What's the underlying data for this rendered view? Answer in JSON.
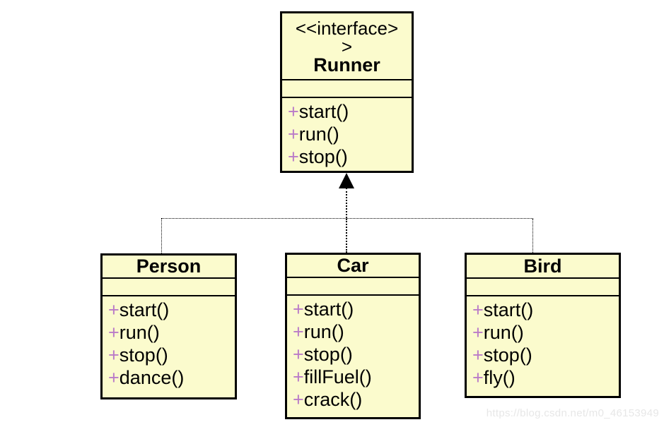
{
  "diagram": {
    "interface_box": {
      "stereotype_lines": [
        "<<interface>",
        ">"
      ],
      "name": "Runner",
      "attributes": [],
      "methods": [
        {
          "visibility": "+",
          "signature": "start()"
        },
        {
          "visibility": "+",
          "signature": "run()"
        },
        {
          "visibility": "+",
          "signature": "stop()"
        }
      ]
    },
    "classes": [
      {
        "name": "Person",
        "attributes": [],
        "methods": [
          {
            "visibility": "+",
            "signature": "start()"
          },
          {
            "visibility": "+",
            "signature": "run()"
          },
          {
            "visibility": "+",
            "signature": "stop()"
          },
          {
            "visibility": "+",
            "signature": "dance()"
          }
        ]
      },
      {
        "name": "Car",
        "attributes": [],
        "methods": [
          {
            "visibility": "+",
            "signature": "start()"
          },
          {
            "visibility": "+",
            "signature": "run()"
          },
          {
            "visibility": "+",
            "signature": "stop()"
          },
          {
            "visibility": "+",
            "signature": "fillFuel()"
          },
          {
            "visibility": "+",
            "signature": "crack()"
          }
        ]
      },
      {
        "name": "Bird",
        "attributes": [],
        "methods": [
          {
            "visibility": "+",
            "signature": "start()"
          },
          {
            "visibility": "+",
            "signature": "run()"
          },
          {
            "visibility": "+",
            "signature": "stop()"
          },
          {
            "visibility": "+",
            "signature": "fly()"
          }
        ]
      }
    ]
  },
  "watermark": {
    "text": "https://blog.csdn.net/m0_46153949"
  },
  "colors": {
    "background": "#FFFFFF",
    "box_fill": "#FBFBCD",
    "box_border": "#000000",
    "line_color": "#000000",
    "visibility_color": "#BA7BC8",
    "watermark_color": "#E7E7E7"
  }
}
